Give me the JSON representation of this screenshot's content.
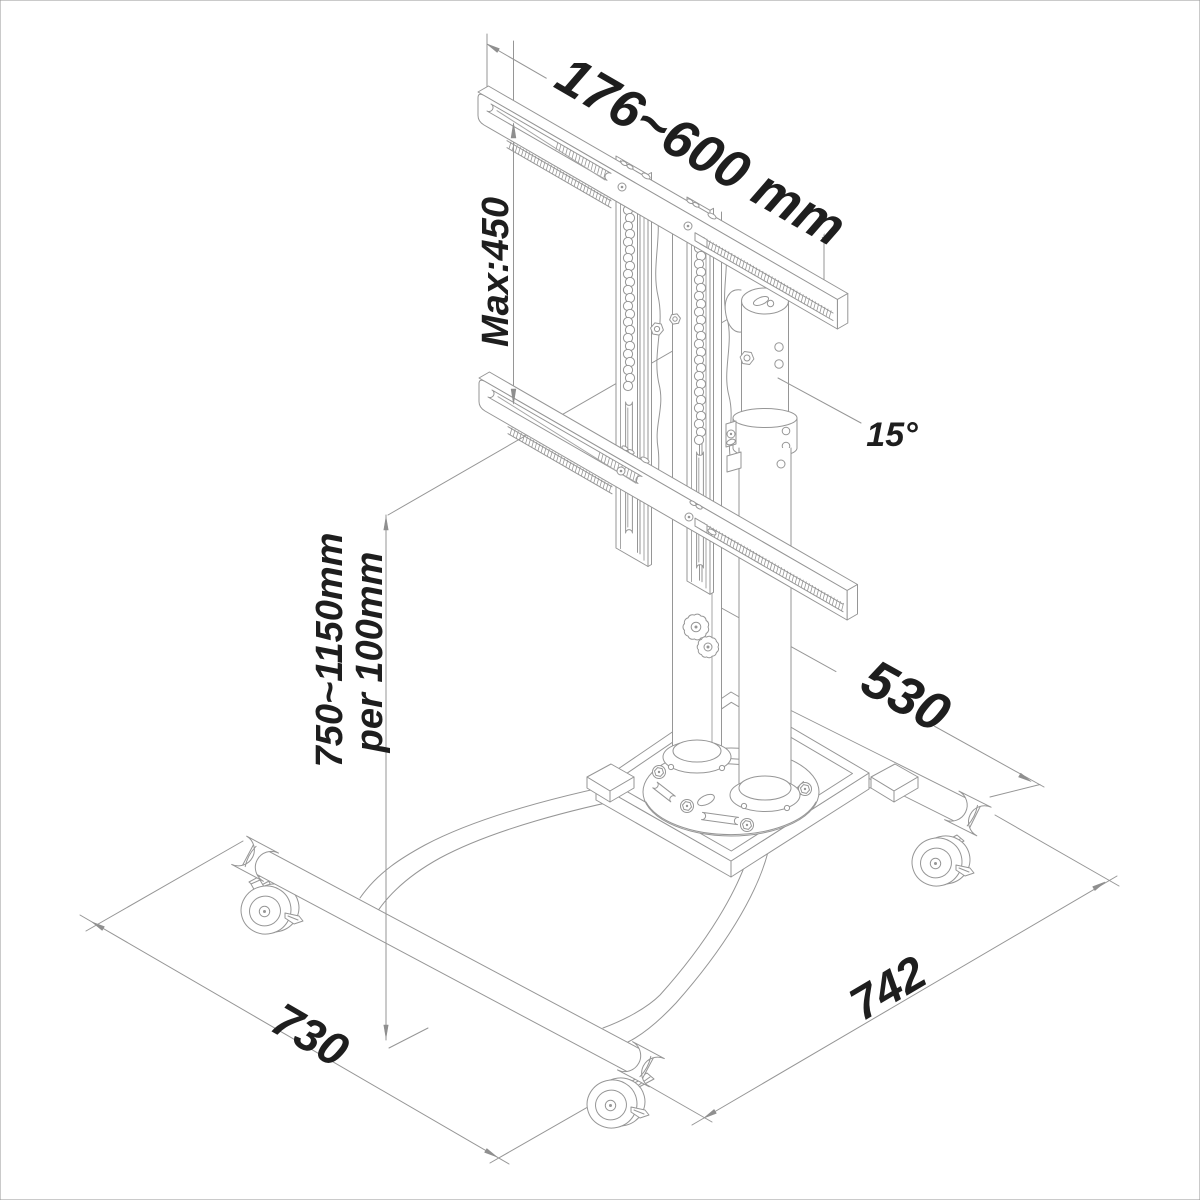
{
  "drawing": {
    "background": "#ffffff",
    "line_color": "#969696",
    "text_color": "#1e1e1e",
    "labels": {
      "bracket_width": "176~600 mm",
      "vesa_max_height": "Max:450",
      "height_range_line1": "750~1150mm",
      "height_range_line2": "per 100mm",
      "tilt_angle": "15°",
      "base_depth": "530",
      "base_width_right": "742",
      "base_width_left": "730"
    }
  }
}
